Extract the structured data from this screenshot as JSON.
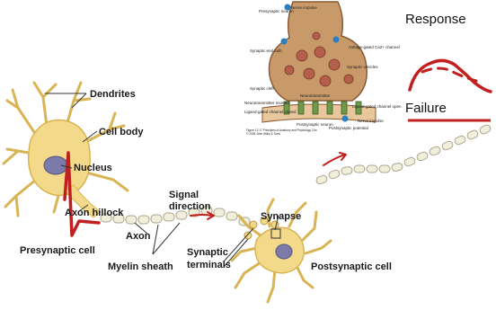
{
  "colors": {
    "cell_body": "#f3d98a",
    "cell_shadow": "#d9b453",
    "nucleus": "#7b7aa8",
    "myelin": "#f1eedc",
    "myelin_edge": "#a9a68c",
    "leader": "#333333",
    "annotation_red": "#c0211f",
    "inset_bg": "#c89a6a",
    "inset_vesicle": "#b45f4b",
    "inset_membrane": "#6f9a4a"
  },
  "labels": {
    "dendrites": "Dendrites",
    "cell_body": "Cell body",
    "nucleus": "Nucleus",
    "axon_hillock": "Axon hillock",
    "axon": "Axon",
    "signal_direction_line1": "Signal",
    "signal_direction_line2": "direction",
    "synapse": "Synapse",
    "presynaptic_cell": "Presynaptic cell",
    "myelin_sheath": "Myelin sheath",
    "synaptic_terminals_line1": "Synaptic",
    "synaptic_terminals_line2": "terminals",
    "postsynaptic_cell": "Postsynaptic cell"
  },
  "annotations": {
    "response": "Response",
    "failure": "Failure"
  },
  "inset": {
    "presynaptic_neuron": "Presynaptic neuron",
    "nerve_impulse_top": "Nerve impulse",
    "synaptic_end_bulb": "Synaptic end bulb",
    "voltage_gated_channel": "Voltage-gated Ca2+ channel",
    "synaptic_vesicles": "Synaptic vesicles",
    "synaptic_cleft": "Synaptic cleft",
    "neurotransmitter": "Neurotransmitter",
    "nt_receptor": "Neurotransmitter receptor",
    "ligand_closed": "Ligand-gated channel closed",
    "ligand_open": "Ligand-gated channel open",
    "postsynaptic_neuron": "Postsynaptic neuron",
    "postsynaptic_potential": "Postsynaptic potential",
    "nerve_impulse_bottom": "Nerve impulse",
    "caption": "Figure 12.17 Principles of Anatomy and Physiology 11/e",
    "copyright": "© 2006 John Wiley & Sons"
  }
}
